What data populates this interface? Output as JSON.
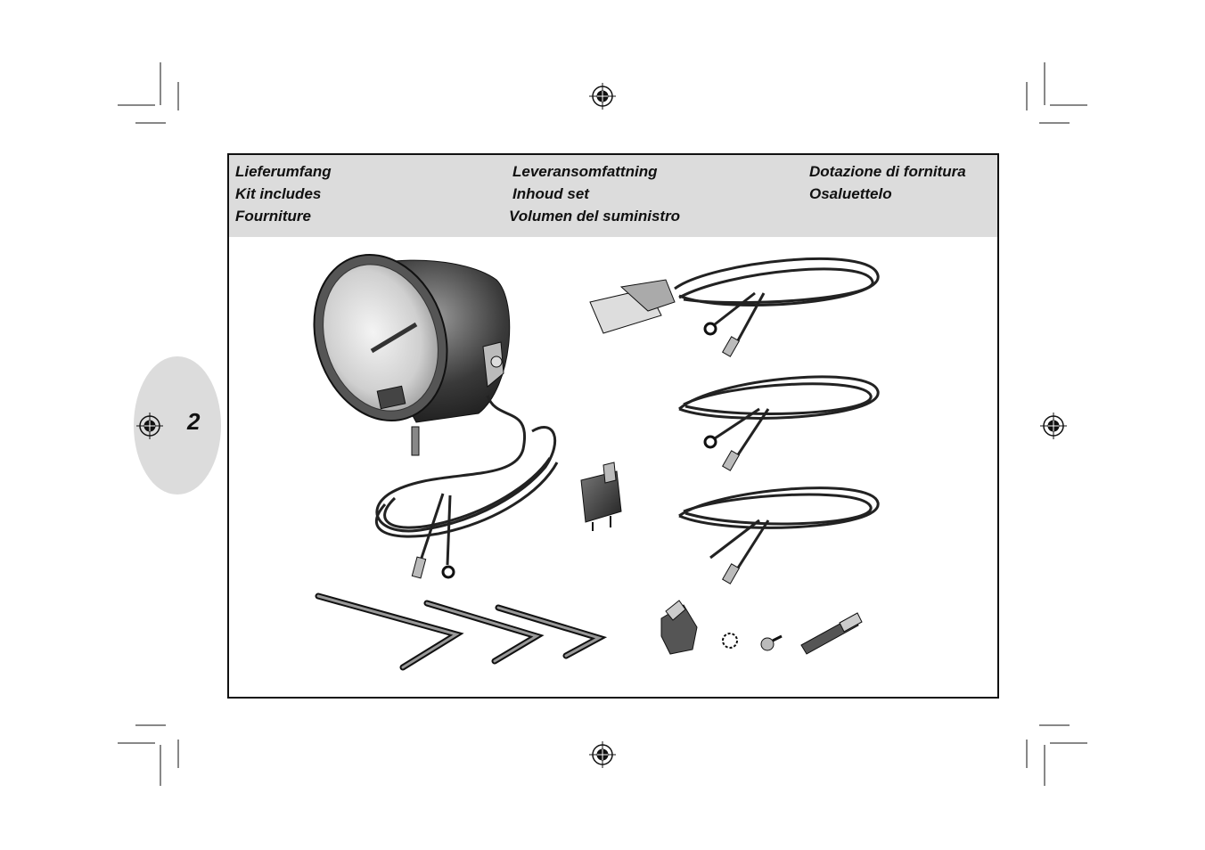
{
  "page": {
    "number": "2"
  },
  "header": {
    "col1": [
      "Lieferumfang",
      "Kit includes",
      "Fourniture"
    ],
    "col2": [
      "Leveransomfattning",
      "Inhoud set",
      "Volumen del suministro"
    ],
    "col3": [
      "Dotazione di fornitura",
      "Osaluettelo"
    ]
  },
  "icons": {
    "registration_mark": "registration-mark-icon",
    "crop_mark": "crop-mark-icon"
  },
  "colors": {
    "header_bg": "#dcdcdc",
    "frame": "#111111",
    "tab": "#dcdcdc"
  }
}
